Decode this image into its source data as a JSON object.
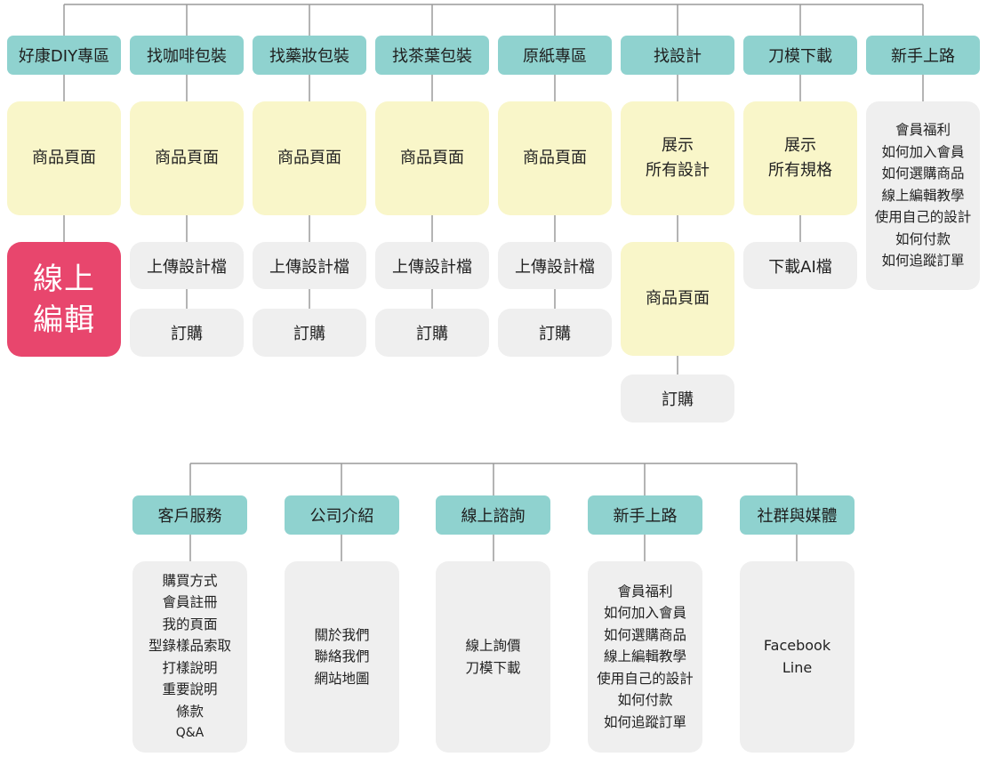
{
  "top_sections": [
    {
      "title": "好康DIY專區",
      "page": "商品頁面",
      "steps": [
        "線上\n編輯"
      ]
    },
    {
      "title": "找咖啡包裝",
      "page": "商品頁面",
      "steps": [
        "上傳設計檔",
        "訂購"
      ]
    },
    {
      "title": "找藥妝包裝",
      "page": "商品頁面",
      "steps": [
        "上傳設計檔",
        "訂購"
      ]
    },
    {
      "title": "找茶葉包裝",
      "page": "商品頁面",
      "steps": [
        "上傳設計檔",
        "訂購"
      ]
    },
    {
      "title": "原紙專區",
      "page": "商品頁面",
      "steps": [
        "上傳設計檔",
        "訂購"
      ]
    },
    {
      "title": "找設計",
      "page": "展示\n所有設計",
      "page2": "商品頁面",
      "steps": [
        "訂購"
      ]
    },
    {
      "title": "刀模下載",
      "page": "展示\n所有規格",
      "steps": [
        "下載AI檔"
      ]
    },
    {
      "title": "新手上路",
      "items": "會員福利\n如何加入會員\n如何選購商品\n線上編輯教學\n使用自己的設計\n如何付款\n如何追蹤訂單"
    }
  ],
  "bottom_sections": [
    {
      "title": "客戶服務",
      "items": "購買方式\n會員註冊\n我的頁面\n型錄樣品索取\n打樣說明\n重要說明\n條款",
      "extra": "Q&A"
    },
    {
      "title": "公司介紹",
      "items": "關於我們\n聯絡我們\n網站地圖"
    },
    {
      "title": "線上諮詢",
      "items": "線上詢價\n刀模下載"
    },
    {
      "title": "新手上路",
      "items": "會員福利\n如何加入會員\n如何選購商品\n線上編輯教學\n使用自己的設計\n如何付款\n如何追蹤訂單"
    },
    {
      "title": "社群與媒體",
      "items": "Facebook\nLine"
    }
  ],
  "colors": {
    "header": "#8fd2cf",
    "page": "#f9f6c9",
    "step": "#efefef",
    "highlight": "#e8466d",
    "connector": "#999999"
  }
}
